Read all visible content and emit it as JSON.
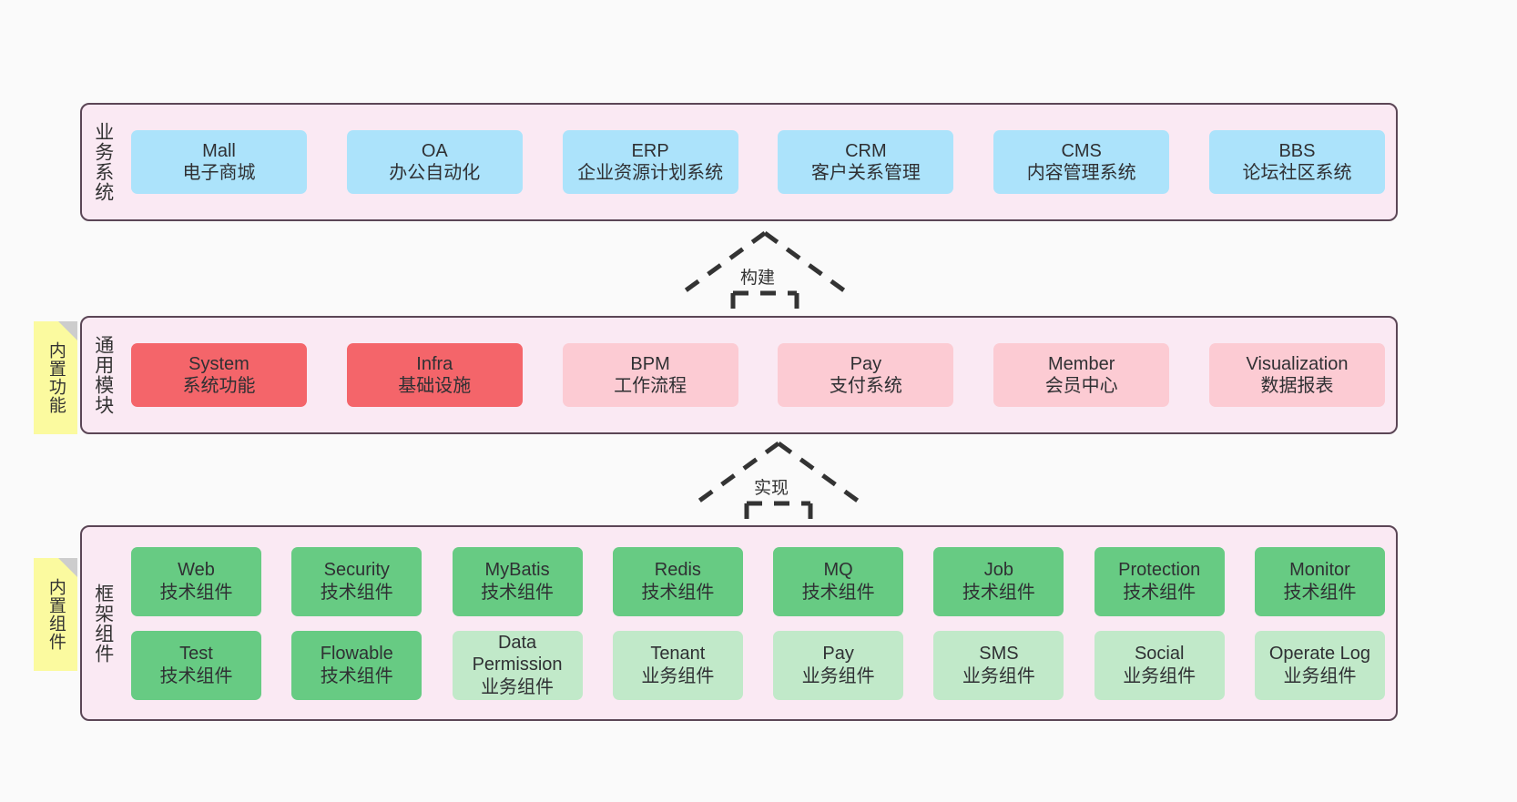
{
  "layers": [
    {
      "id": "business",
      "title": "业务系统",
      "fill": "#fae9f3",
      "border": "#5b4656",
      "rows": [
        {
          "cards": [
            {
              "ln1": "Mall",
              "ln2": "电子商城",
              "color": "#ace3fb",
              "style": "blue"
            },
            {
              "ln1": "OA",
              "ln2": "办公自动化",
              "color": "#ace3fb",
              "style": "blue"
            },
            {
              "ln1": "ERP",
              "ln2": "企业资源计划系统",
              "color": "#ace3fb",
              "style": "blue"
            },
            {
              "ln1": "CRM",
              "ln2": "客户关系管理",
              "color": "#ace3fb",
              "style": "blue"
            },
            {
              "ln1": "CMS",
              "ln2": "内容管理系统",
              "color": "#ace3fb",
              "style": "blue"
            },
            {
              "ln1": "BBS",
              "ln2": "论坛社区系统",
              "color": "#ace3fb",
              "style": "blue"
            }
          ]
        }
      ]
    },
    {
      "id": "modules",
      "title": "通用模块",
      "fill": "#fae9f3",
      "border": "#5b4656",
      "rows": [
        {
          "cards": [
            {
              "ln1": "System",
              "ln2": "系统功能",
              "color": "#f4656a",
              "style": "red"
            },
            {
              "ln1": "Infra",
              "ln2": "基础设施",
              "color": "#f4656a",
              "style": "red"
            },
            {
              "ln1": "BPM",
              "ln2": "工作流程",
              "color": "#fccbd3",
              "style": "pink"
            },
            {
              "ln1": "Pay",
              "ln2": "支付系统",
              "color": "#fccbd3",
              "style": "pink"
            },
            {
              "ln1": "Member",
              "ln2": "会员中心",
              "color": "#fccbd3",
              "style": "pink"
            },
            {
              "ln1": "Visualization",
              "ln2": "数据报表",
              "color": "#fccbd3",
              "style": "pink"
            }
          ]
        }
      ]
    },
    {
      "id": "framework",
      "title": "框架组件",
      "fill": "#fae9f3",
      "border": "#5b4656",
      "rows": [
        {
          "cards": [
            {
              "ln1": "Web",
              "ln2": "技术组件",
              "color": "#67cb83",
              "style": "green"
            },
            {
              "ln1": "Security",
              "ln2": "技术组件",
              "color": "#67cb83",
              "style": "green"
            },
            {
              "ln1": "MyBatis",
              "ln2": "技术组件",
              "color": "#67cb83",
              "style": "green"
            },
            {
              "ln1": "Redis",
              "ln2": "技术组件",
              "color": "#67cb83",
              "style": "green"
            },
            {
              "ln1": "MQ",
              "ln2": "技术组件",
              "color": "#67cb83",
              "style": "green"
            },
            {
              "ln1": "Job",
              "ln2": "技术组件",
              "color": "#67cb83",
              "style": "green"
            },
            {
              "ln1": "Protection",
              "ln2": "技术组件",
              "color": "#67cb83",
              "style": "green"
            },
            {
              "ln1": "Monitor",
              "ln2": "技术组件",
              "color": "#67cb83",
              "style": "green"
            }
          ]
        },
        {
          "cards": [
            {
              "ln1": "Test",
              "ln2": "技术组件",
              "color": "#67cb83",
              "style": "green"
            },
            {
              "ln1": "Flowable",
              "ln2": "技术组件",
              "color": "#67cb83",
              "style": "green"
            },
            {
              "ln1": "Data Permission",
              "ln2": "业务组件",
              "color": "#c1e9c9",
              "style": "lgreen"
            },
            {
              "ln1": "Tenant",
              "ln2": "业务组件",
              "color": "#c1e9c9",
              "style": "lgreen"
            },
            {
              "ln1": "Pay",
              "ln2": "业务组件",
              "color": "#c1e9c9",
              "style": "lgreen"
            },
            {
              "ln1": "SMS",
              "ln2": "业务组件",
              "color": "#c1e9c9",
              "style": "lgreen"
            },
            {
              "ln1": "Social",
              "ln2": "业务组件",
              "color": "#c1e9c9",
              "style": "lgreen"
            },
            {
              "ln1": "Operate Log",
              "ln2": "业务组件",
              "color": "#c1e9c9",
              "style": "lgreen"
            }
          ]
        }
      ]
    }
  ],
  "notes": [
    {
      "id": "note-modules",
      "text": "内置功能",
      "color": "#fbfa9f"
    },
    {
      "id": "note-framework",
      "text": "内置组件",
      "color": "#fbfa9f"
    }
  ],
  "connectors": [
    {
      "id": "conn-build",
      "label": "构建",
      "style": "dashed-hollow-arrow-up",
      "color": "#333333"
    },
    {
      "id": "conn-impl",
      "label": "实现",
      "style": "dashed-hollow-arrow-up",
      "color": "#333333"
    }
  ],
  "palette": {
    "background": "#fafafa",
    "layer_fill": "#fae9f3",
    "layer_border": "#5b4656",
    "blue": "#ace3fb",
    "red": "#f4656a",
    "pink": "#fccbd3",
    "green": "#67cb83",
    "light_green": "#c1e9c9",
    "note_yellow": "#fbfa9f",
    "note_fold": "#cdcdcd",
    "text": "#333333"
  }
}
